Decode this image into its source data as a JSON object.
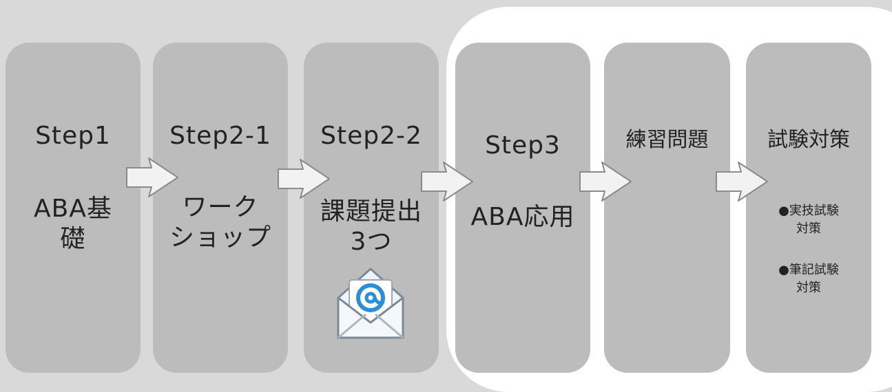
{
  "cards": [
    {
      "title": "Step1",
      "body": "ABA基\n礎"
    },
    {
      "title": "Step2-1",
      "body": "ワーク\nショップ"
    },
    {
      "title": "Step2-2",
      "body": "課題提出\n3つ"
    },
    {
      "title": "Step3",
      "body": "ABA応用"
    },
    {
      "title": "練習問題",
      "body": ""
    },
    {
      "title": "試験対策",
      "bullet1": "●実技試験\n対策",
      "bullet2": "●筆記試験\n対策"
    }
  ],
  "mail_icon": "envelope-at-icon",
  "arrow_icon": "right-arrow-icon",
  "colors": {
    "background": "#d9d9d9",
    "card": "#bcbcbc",
    "highlight_panel": "#ffffff",
    "mail_at": "#2a8fd6"
  }
}
